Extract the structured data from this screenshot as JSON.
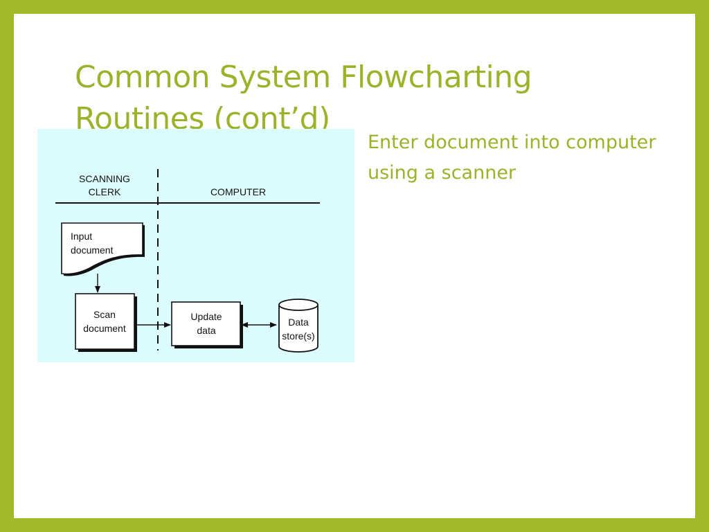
{
  "slide": {
    "title_lines": [
      "Common System Flowcharting",
      "Routines (cont’d)"
    ],
    "bullet_text": "Enter document into computer using a scanner"
  },
  "diagram": {
    "lanes": {
      "left_label_line1": "SCANNING",
      "left_label_line2": "CLERK",
      "right_label": "COMPUTER"
    },
    "nodes": {
      "input_document_line1": "Input",
      "input_document_line2": "document",
      "scan_document_line1": "Scan",
      "scan_document_line2": "document",
      "update_data_line1": "Update",
      "update_data_line2": "data",
      "data_store_line1": "Data",
      "data_store_line2": "store(s)"
    }
  },
  "colors": {
    "frame": "#a3b82a",
    "accent_text": "#9bb22a",
    "diagram_background": "#dcfbfc"
  }
}
